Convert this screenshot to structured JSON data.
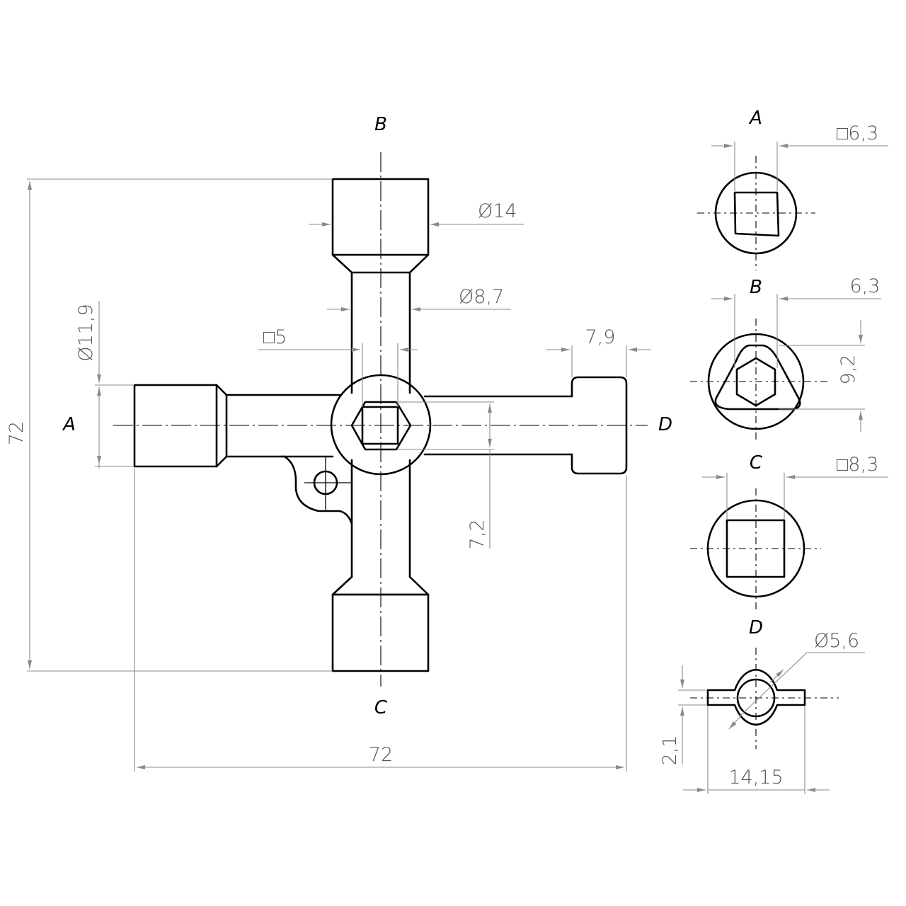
{
  "views": {
    "main": {
      "labels": {
        "a": "A",
        "b": "B",
        "c": "C",
        "d": "D"
      }
    },
    "side_a": {
      "label": "A",
      "dimension": "□6,3"
    },
    "side_b": {
      "label": "B",
      "dimension_width": "6,3",
      "dimension_height": "9,2"
    },
    "side_c": {
      "label": "C",
      "dimension": "□8,3"
    },
    "side_d": {
      "label": "D",
      "dimension_diameter": "Ø5,6",
      "dimension_height": "2,1",
      "dimension_width": "14,15"
    }
  },
  "dimensions": {
    "height_total": "72",
    "width_total": "72",
    "diam_b_outer": "Ø14",
    "diam_b_shaft": "Ø8,7",
    "square_center": "□5",
    "d_tip_width": "7,9",
    "diam_a": "Ø11,9",
    "center_hex_height": "7,2"
  }
}
